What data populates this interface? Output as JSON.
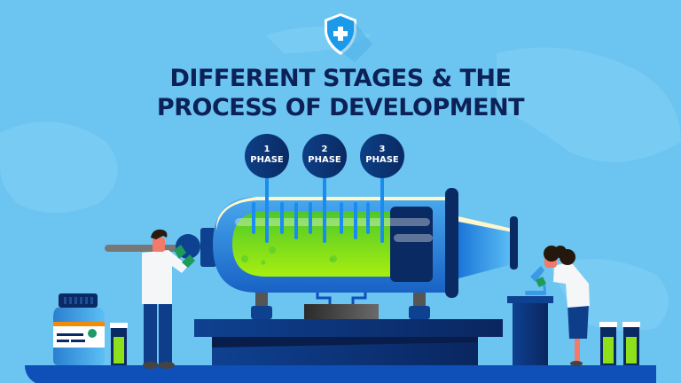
{
  "header": {
    "badge_icon": "shield-medical-cross-icon",
    "title_line1": "DIFFERENT STAGES & THE",
    "title_line2": "PROCESS OF DEVELOPMENT"
  },
  "phases": [
    {
      "number": "1",
      "label": "PHASE"
    },
    {
      "number": "2",
      "label": "PHASE"
    },
    {
      "number": "3",
      "label": "PHASE"
    }
  ],
  "colors": {
    "background": "#6cc4f0",
    "navy": "#0b2157",
    "accent_blue": "#1a8cf0",
    "liquid_green": "#8ee01a",
    "floor_blue": "#0e4fb8"
  },
  "illustration": {
    "main_object": "giant-syringe",
    "figures": [
      "male-scientist",
      "female-scientist-with-microscope"
    ],
    "props": [
      "medicine-bottle",
      "test-tube",
      "test-tube",
      "test-tube"
    ]
  }
}
